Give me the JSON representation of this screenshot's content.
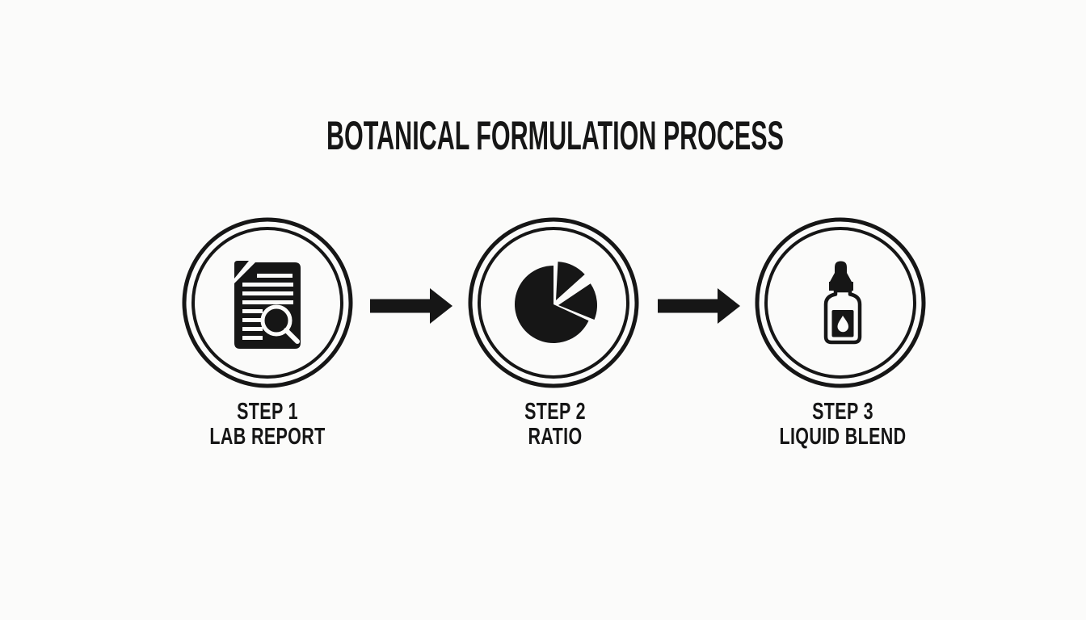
{
  "colors": {
    "background": "#fbfbfa",
    "ink": "#161616"
  },
  "title": "BOTANICAL FORMULATION PROCESS",
  "steps": [
    {
      "step_label": "STEP 1",
      "name": "LAB REPORT",
      "icon": "lab-report-document-icon"
    },
    {
      "step_label": "STEP 2",
      "name": "RATIO",
      "icon": "pie-chart-icon"
    },
    {
      "step_label": "STEP 3",
      "name": "LIQUID BLEND",
      "icon": "dropper-bottle-icon"
    }
  ],
  "connectors": [
    {
      "icon": "arrow-right-icon"
    },
    {
      "icon": "arrow-right-icon"
    }
  ]
}
